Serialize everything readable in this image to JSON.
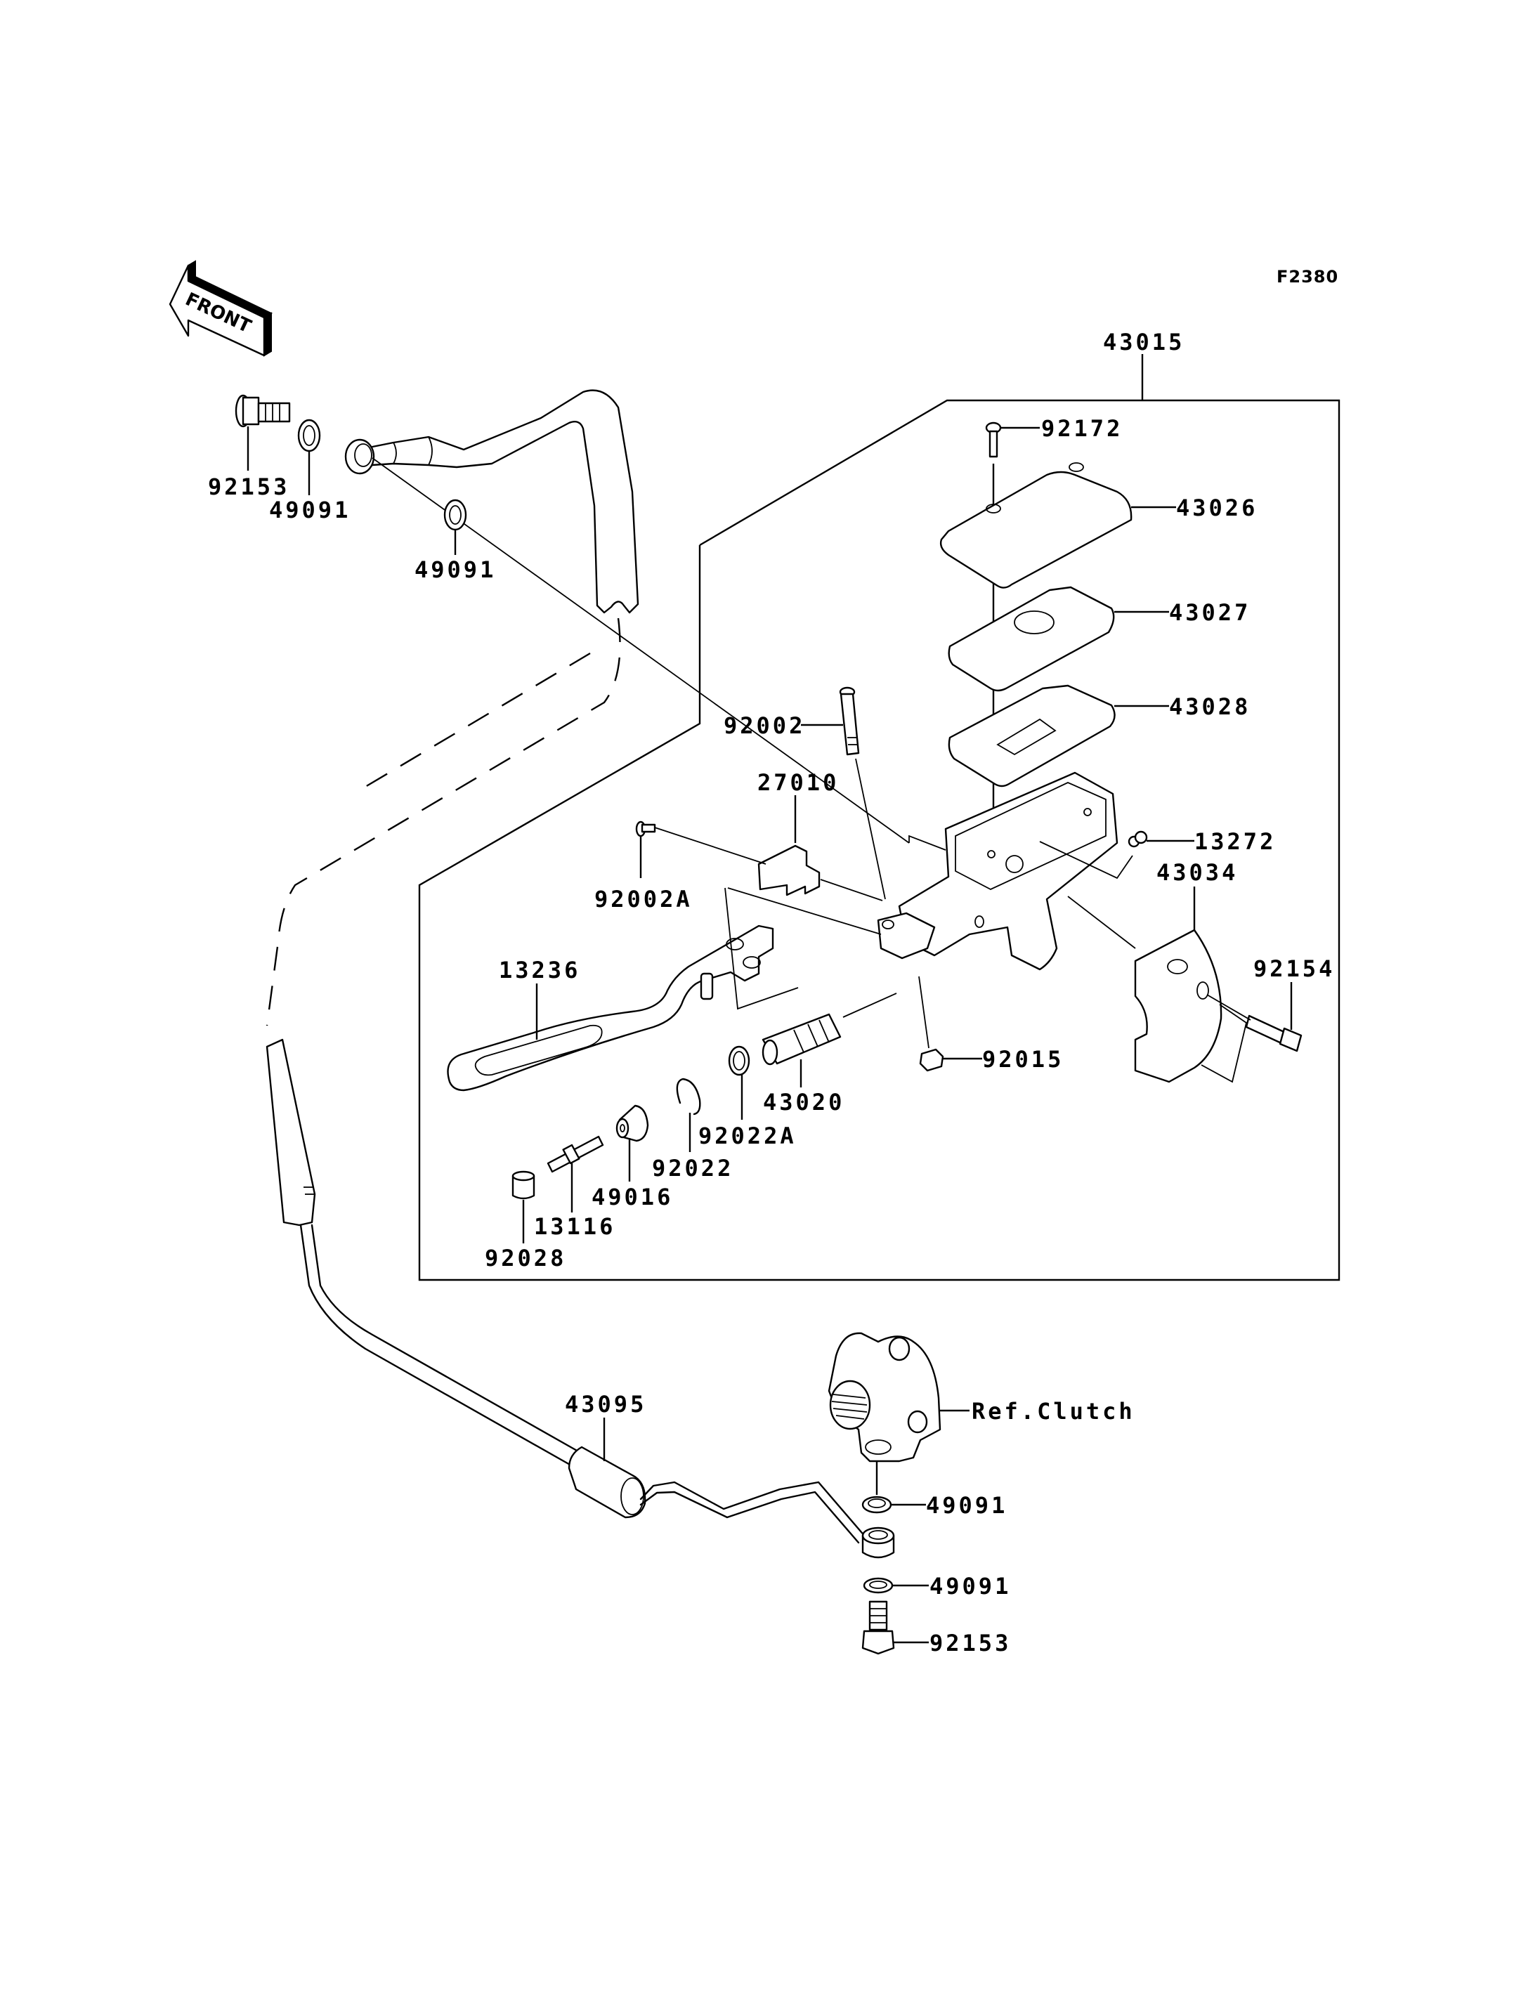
{
  "diagram": {
    "figure_code": "F2380",
    "direction_indicator": "FRONT",
    "assembly_box_label": "43015",
    "reference_label": "Ref.Clutch",
    "parts": [
      {
        "id": "92153",
        "description": "banjo bolt (upper)"
      },
      {
        "id": "49091",
        "description": "washer (upper, left)"
      },
      {
        "id": "49091",
        "description": "washer (upper, right)"
      },
      {
        "id": "43015",
        "description": "master cylinder assembly"
      },
      {
        "id": "92172",
        "description": "screw"
      },
      {
        "id": "43026",
        "description": "reservoir cap"
      },
      {
        "id": "43027",
        "description": "plate"
      },
      {
        "id": "43028",
        "description": "diaphragm"
      },
      {
        "id": "92002",
        "description": "pivot bolt"
      },
      {
        "id": "27010",
        "description": "switch"
      },
      {
        "id": "13272",
        "description": "bleeder"
      },
      {
        "id": "43034",
        "description": "clamp"
      },
      {
        "id": "92002A",
        "description": "screw"
      },
      {
        "id": "13236",
        "description": "clutch lever"
      },
      {
        "id": "92154",
        "description": "bolt"
      },
      {
        "id": "92015",
        "description": "nut"
      },
      {
        "id": "43020",
        "description": "piston kit"
      },
      {
        "id": "92022A",
        "description": "washer"
      },
      {
        "id": "92022",
        "description": "circlip"
      },
      {
        "id": "49016",
        "description": "boot"
      },
      {
        "id": "13116",
        "description": "push rod"
      },
      {
        "id": "92028",
        "description": "bushing"
      },
      {
        "id": "43095",
        "description": "clutch hose"
      },
      {
        "id": "49091",
        "description": "washer (lower, upper)"
      },
      {
        "id": "49091",
        "description": "washer (lower, lower)"
      },
      {
        "id": "92153",
        "description": "banjo bolt (lower)"
      }
    ]
  }
}
